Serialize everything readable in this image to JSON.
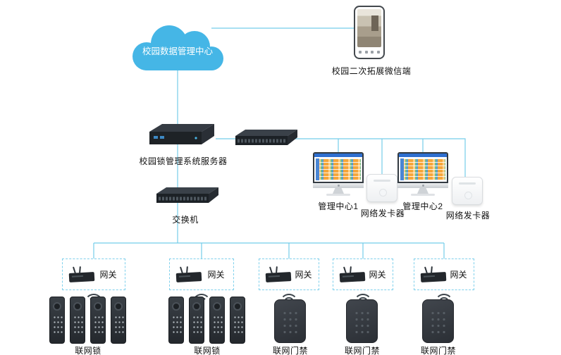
{
  "colors": {
    "line": "#74cdea",
    "cloud_fill": "#45b6e6",
    "device_dark": "#23272d",
    "screen_header_blue": "#2e6fd0",
    "dashed_border": "#7fd0ec"
  },
  "icons": {
    "wifi": "wifi-signal-icon"
  },
  "nodes": {
    "cloud": {
      "label": "校园数据管理中心"
    },
    "wechat": {
      "label": "校园二次拓展微信端"
    },
    "server": {
      "label": "校园锁管理系统服务器"
    },
    "switch": {
      "label": "交换机"
    },
    "mgmt1": {
      "label": "管理中心1"
    },
    "issuer1": {
      "label": "网络发卡器"
    },
    "mgmt2": {
      "label": "管理中心2"
    },
    "issuer2": {
      "label": "网络发卡器"
    }
  },
  "gateways": [
    {
      "label": "网关"
    },
    {
      "label": "网关"
    },
    {
      "label": "网关"
    },
    {
      "label": "网关"
    },
    {
      "label": "网关"
    }
  ],
  "terminals": [
    {
      "type": "locks",
      "label": "联网锁",
      "count": 4
    },
    {
      "type": "locks",
      "label": "联网锁",
      "count": 4
    },
    {
      "type": "door",
      "label": "联网门禁",
      "count": 1
    },
    {
      "type": "door",
      "label": "联网门禁",
      "count": 1
    },
    {
      "type": "door",
      "label": "联网门禁",
      "count": 1
    }
  ]
}
